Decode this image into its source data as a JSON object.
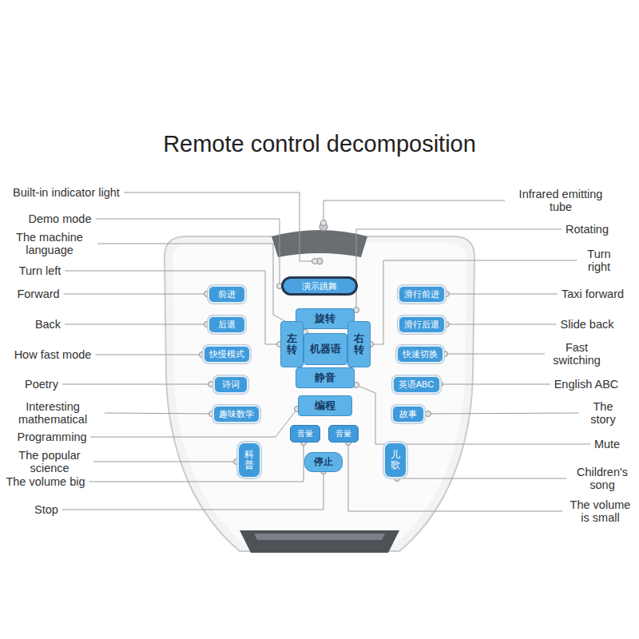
{
  "diagram": {
    "title": "Remote control decomposition",
    "nodes": [
      {
        "text": [
          "演示跳舞"
        ]
      },
      {
        "text": [
          "前进"
        ]
      },
      {
        "text": [
          "旋转"
        ]
      },
      {
        "text": [
          "滑行前进"
        ]
      },
      {
        "text": [
          "左转"
        ]
      },
      {
        "text": [
          "机器语"
        ]
      },
      {
        "text": [
          "右转"
        ]
      },
      {
        "text": [
          "后退"
        ]
      },
      {
        "text": [
          "滑行后退"
        ]
      },
      {
        "text": [
          "快慢模式"
        ]
      },
      {
        "text": [
          "静音"
        ]
      },
      {
        "text": [
          "快速切换"
        ]
      },
      {
        "text": [
          "诗词"
        ]
      },
      {
        "text": [
          "英语ABC"
        ]
      },
      {
        "text": [
          "趣味数学"
        ]
      },
      {
        "text": [
          "编程"
        ]
      },
      {
        "text": [
          "故事"
        ]
      },
      {
        "text": [
          "音量"
        ]
      },
      {
        "text": [
          "音量"
        ]
      },
      {
        "text": [
          "科普"
        ]
      },
      {
        "text": [
          "儿歌"
        ]
      },
      {
        "text": [
          "停止"
        ]
      }
    ],
    "labels": [
      "Built-in indicator light",
      "Demo mode",
      "The machine language",
      "Turn left",
      "Forward",
      "Back",
      "How fast mode",
      "Poetry",
      "Interesting mathematical",
      "Programming",
      "The popular science",
      "The volume big",
      "Stop",
      "Infrared emitting tube",
      "Rotating",
      "Turn right",
      "Taxi forward",
      "Slide back",
      "Fast switching",
      "English ABC",
      "The story",
      "Mute",
      "Children's song",
      "The volume is small"
    ]
  }
}
